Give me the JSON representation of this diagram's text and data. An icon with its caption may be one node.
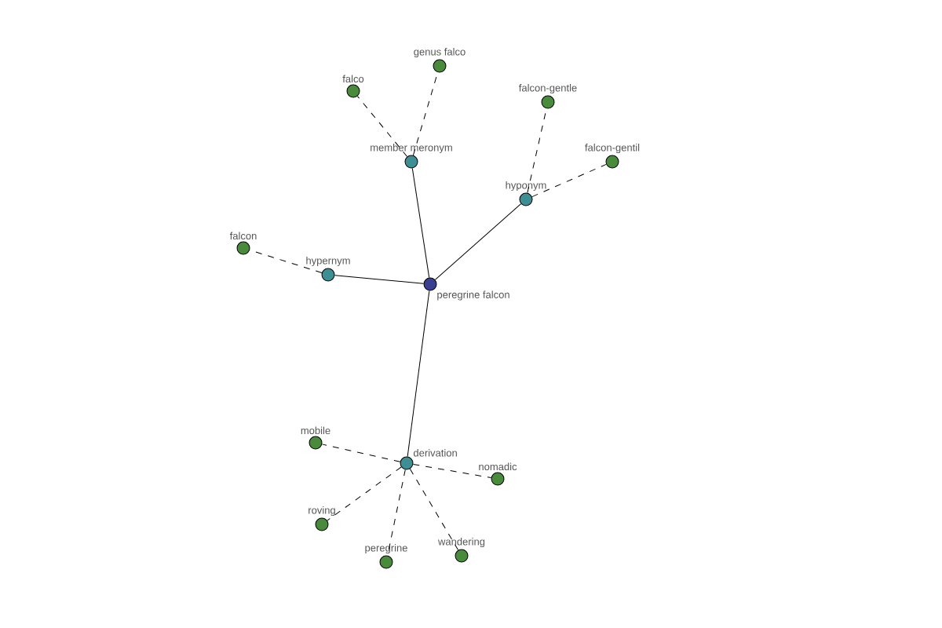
{
  "diagram": {
    "nodes": [
      {
        "text": [
          "peregrine falcon"
        ]
      },
      {
        "text": [
          "member meronym"
        ]
      },
      {
        "text": [
          "falco"
        ]
      },
      {
        "text": [
          "genus falco"
        ]
      },
      {
        "text": [
          "hyponym"
        ]
      },
      {
        "text": [
          "falcon-gentle"
        ]
      },
      {
        "text": [
          "falcon-gentil"
        ]
      },
      {
        "text": [
          "hypernym"
        ]
      },
      {
        "text": [
          "falcon"
        ]
      },
      {
        "text": [
          "derivation"
        ]
      },
      {
        "text": [
          "mobile"
        ]
      },
      {
        "text": [
          "nomadic"
        ]
      },
      {
        "text": [
          "roving"
        ]
      },
      {
        "text": [
          "peregrine"
        ]
      },
      {
        "text": [
          "wandering"
        ]
      }
    ],
    "edges": [
      {
        "from": 0,
        "to": 1,
        "arrow": "none"
      },
      {
        "from": 0,
        "to": 4,
        "arrow": "none"
      },
      {
        "from": 0,
        "to": 7,
        "arrow": "none"
      },
      {
        "from": 0,
        "to": 9,
        "arrow": "none"
      },
      {
        "from": 1,
        "to": 2,
        "arrow": "none",
        "style": "dashed"
      },
      {
        "from": 1,
        "to": 3,
        "arrow": "none",
        "style": "dashed"
      },
      {
        "from": 4,
        "to": 5,
        "arrow": "none",
        "style": "dashed"
      },
      {
        "from": 4,
        "to": 6,
        "arrow": "none",
        "style": "dashed"
      },
      {
        "from": 7,
        "to": 8,
        "arrow": "none",
        "style": "dashed"
      },
      {
        "from": 9,
        "to": 10,
        "arrow": "none",
        "style": "dashed"
      },
      {
        "from": 9,
        "to": 11,
        "arrow": "none",
        "style": "dashed"
      },
      {
        "from": 9,
        "to": 12,
        "arrow": "none",
        "style": "dashed"
      },
      {
        "from": 9,
        "to": 13,
        "arrow": "none",
        "style": "dashed"
      },
      {
        "from": 9,
        "to": 14,
        "arrow": "none",
        "style": "dashed"
      }
    ]
  }
}
